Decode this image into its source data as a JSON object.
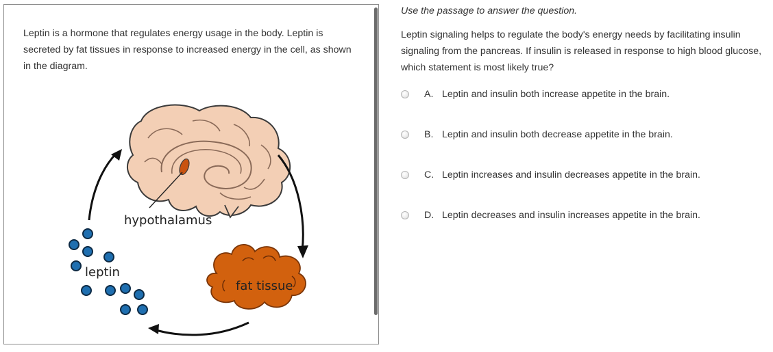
{
  "passage": {
    "text": "Leptin is a hormone that regulates energy usage in the body. Leptin is secreted by fat tissues in response to increased energy in the cell, as shown in the diagram.",
    "diagram_labels": {
      "hypothalamus": "hypothalamus",
      "leptin": "leptin",
      "fat_tissue": "fat tissue"
    }
  },
  "question": {
    "instruction": "Use the passage to answer the question.",
    "stem": "Leptin signaling helps to regulate the body's energy needs by facilitating insulin signaling from the pancreas. If insulin is released in response to high blood glucose, which statement is most likely true?",
    "choices": [
      {
        "letter": "A.",
        "text": "Leptin and insulin both increase appetite in the brain."
      },
      {
        "letter": "B.",
        "text": "Leptin and insulin both decrease appetite in the brain."
      },
      {
        "letter": "C.",
        "text": "Leptin increases and insulin decreases appetite in the brain."
      },
      {
        "letter": "D.",
        "text": "Leptin decreases and insulin increases appetite in the brain."
      }
    ]
  },
  "colors": {
    "brain_fill": "#f3cfb5",
    "brain_outline": "#3a3a3a",
    "fat_fill": "#d2610e",
    "hypothalamus_fill": "#c9530f",
    "leptin_dot": "#1f6fb0",
    "arrow": "#111111"
  }
}
